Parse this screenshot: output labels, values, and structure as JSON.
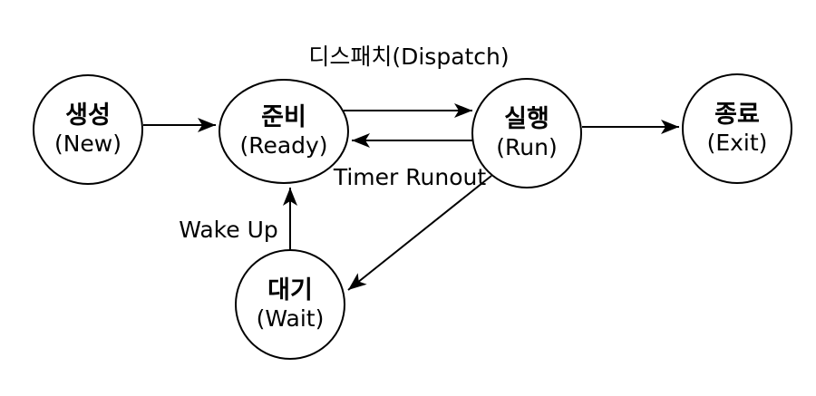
{
  "diagram": {
    "type": "state-diagram",
    "background": "#ffffff",
    "stroke_color": "#000000",
    "nodes": [
      {
        "id": "new",
        "label_ko": "생성",
        "label_en": "(New)"
      },
      {
        "id": "ready",
        "label_ko": "준비",
        "label_en": "(Ready)"
      },
      {
        "id": "run",
        "label_ko": "실행",
        "label_en": "(Run)"
      },
      {
        "id": "exit",
        "label_ko": "종료",
        "label_en": "(Exit)"
      },
      {
        "id": "wait",
        "label_ko": "대기",
        "label_en": "(Wait)"
      }
    ],
    "edges": [
      {
        "from": "new",
        "to": "ready",
        "label": ""
      },
      {
        "from": "ready",
        "to": "run",
        "label": "디스패치(Dispatch)"
      },
      {
        "from": "run",
        "to": "ready",
        "label": "Timer Runout"
      },
      {
        "from": "run",
        "to": "exit",
        "label": ""
      },
      {
        "from": "run",
        "to": "wait",
        "label": ""
      },
      {
        "from": "wait",
        "to": "ready",
        "label": "Wake Up"
      }
    ]
  }
}
